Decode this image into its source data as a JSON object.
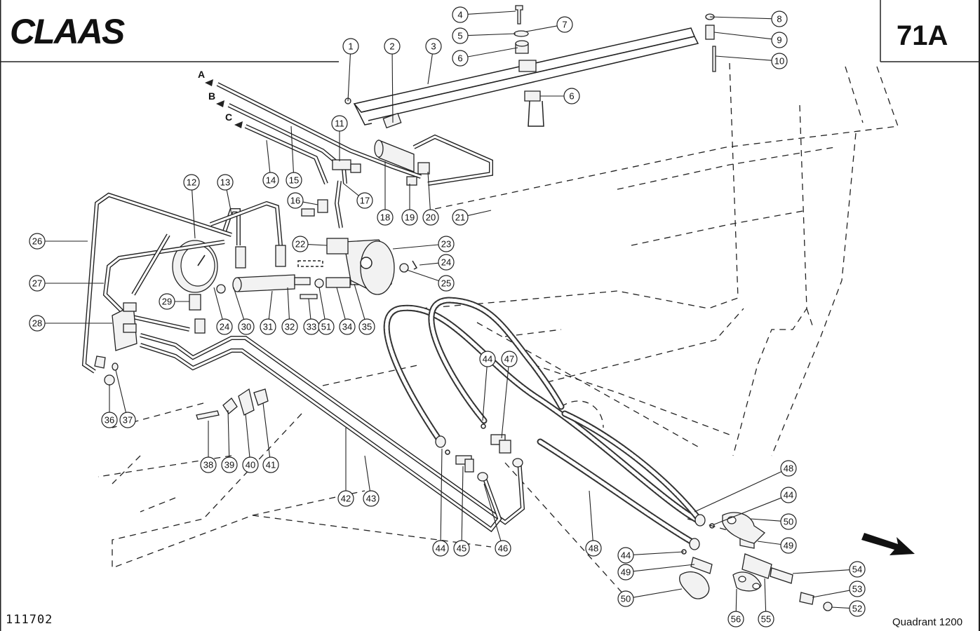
{
  "header": {
    "brand": "CLAAS",
    "page_code": "71A"
  },
  "footer": {
    "document_number": "111702",
    "model": "Quadrant 1200"
  },
  "line_labels": [
    "A",
    "B",
    "C"
  ],
  "callouts": [
    {
      "label": "1"
    },
    {
      "label": "2"
    },
    {
      "label": "3"
    },
    {
      "label": "4"
    },
    {
      "label": "5"
    },
    {
      "label": "6"
    },
    {
      "label": "7"
    },
    {
      "label": "8"
    },
    {
      "label": "9"
    },
    {
      "label": "10"
    },
    {
      "label": "6"
    },
    {
      "label": "11"
    },
    {
      "label": "12"
    },
    {
      "label": "13"
    },
    {
      "label": "14"
    },
    {
      "label": "15"
    },
    {
      "label": "16"
    },
    {
      "label": "17"
    },
    {
      "label": "18"
    },
    {
      "label": "19"
    },
    {
      "label": "20"
    },
    {
      "label": "21"
    },
    {
      "label": "22"
    },
    {
      "label": "23"
    },
    {
      "label": "24"
    },
    {
      "label": "25"
    },
    {
      "label": "26"
    },
    {
      "label": "27"
    },
    {
      "label": "28"
    },
    {
      "label": "29"
    },
    {
      "label": "24"
    },
    {
      "label": "30"
    },
    {
      "label": "31"
    },
    {
      "label": "32"
    },
    {
      "label": "33"
    },
    {
      "label": "51"
    },
    {
      "label": "34"
    },
    {
      "label": "35"
    },
    {
      "label": "36"
    },
    {
      "label": "37"
    },
    {
      "label": "38"
    },
    {
      "label": "39"
    },
    {
      "label": "40"
    },
    {
      "label": "41"
    },
    {
      "label": "42"
    },
    {
      "label": "43"
    },
    {
      "label": "44"
    },
    {
      "label": "47"
    },
    {
      "label": "44"
    },
    {
      "label": "45"
    },
    {
      "label": "46"
    },
    {
      "label": "48"
    },
    {
      "label": "48"
    },
    {
      "label": "44"
    },
    {
      "label": "50"
    },
    {
      "label": "49"
    },
    {
      "label": "44"
    },
    {
      "label": "49"
    },
    {
      "label": "50"
    },
    {
      "label": "54"
    },
    {
      "label": "53"
    },
    {
      "label": "52"
    },
    {
      "label": "56"
    },
    {
      "label": "55"
    }
  ]
}
